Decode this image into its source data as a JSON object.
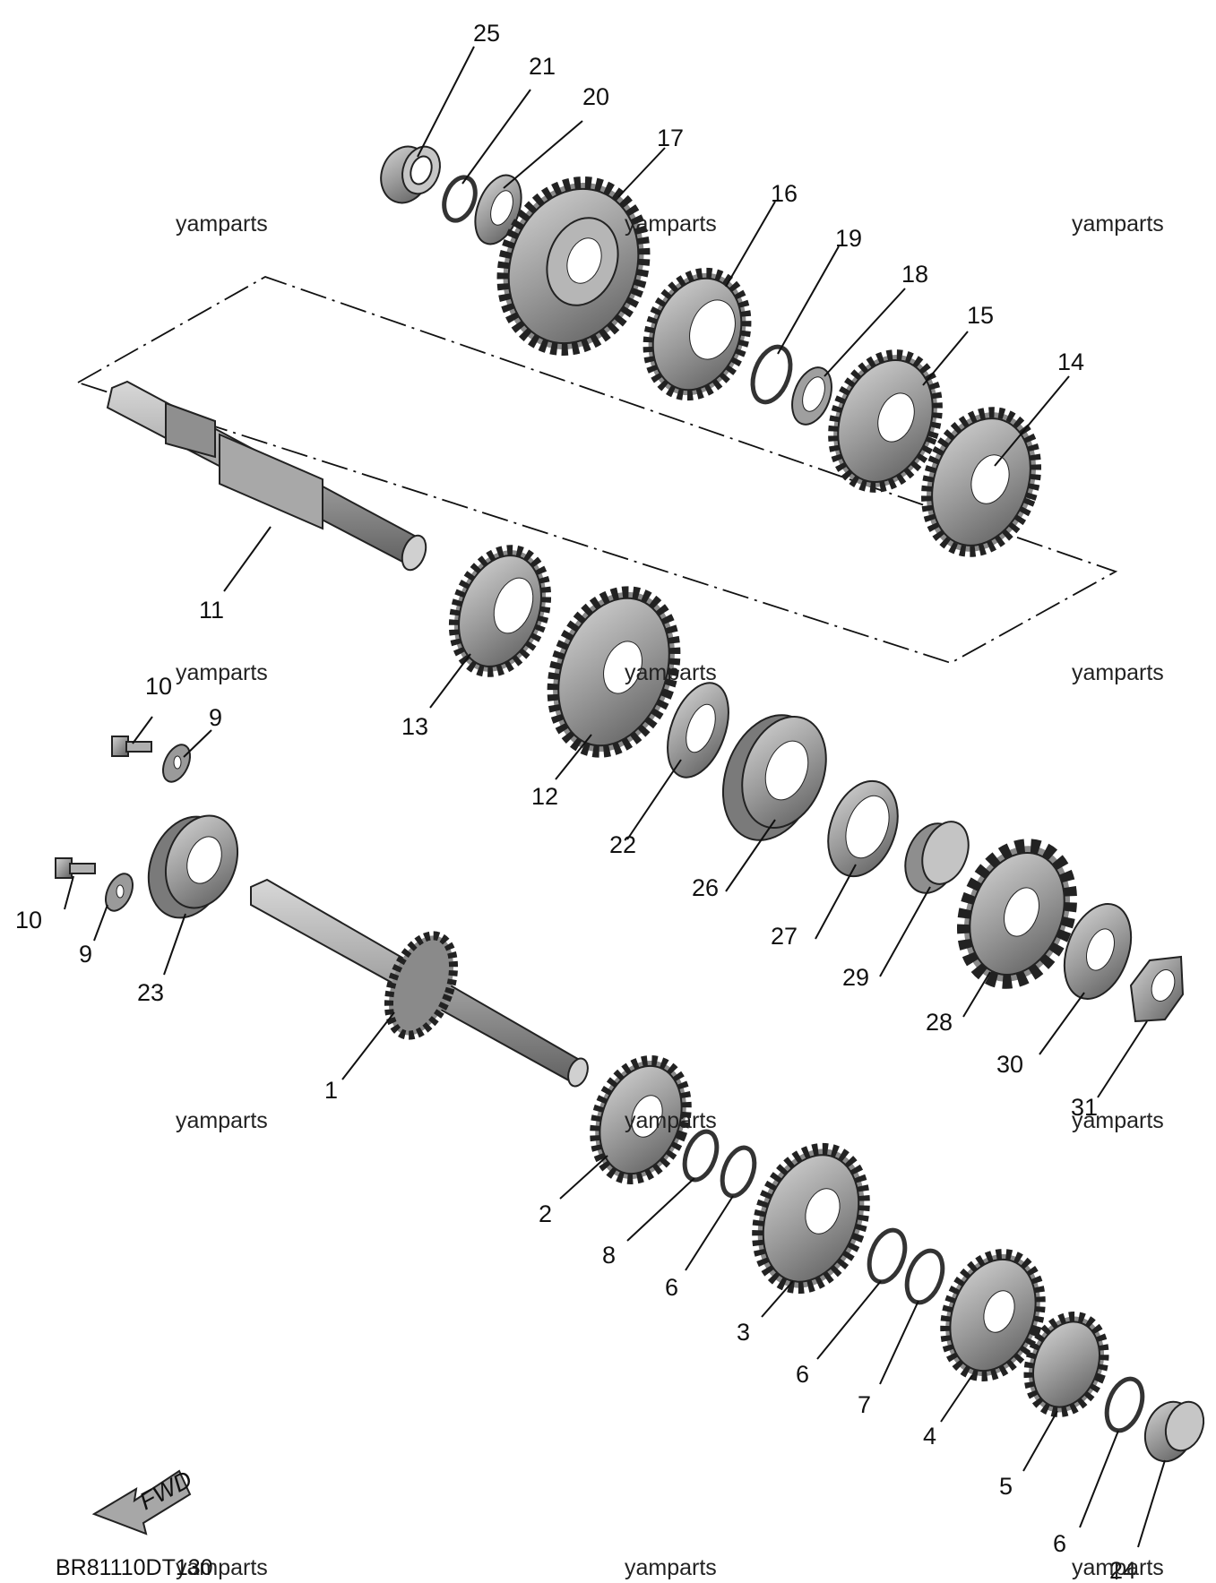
{
  "diagram_code": "BR81110DT130",
  "watermark_text": "yamparts",
  "fwd_label": "FWD",
  "callouts": {
    "p25": "25",
    "p21": "21",
    "p20": "20",
    "p17": "17",
    "p16": "16",
    "p19": "19",
    "p18": "18",
    "p15": "15",
    "p14": "14",
    "p11": "11",
    "p13": "13",
    "p12": "12",
    "p10a": "10",
    "p9a": "9",
    "p22": "22",
    "p26": "26",
    "p10b": "10",
    "p9b": "9",
    "p23": "23",
    "p27": "27",
    "p29": "29",
    "p28": "28",
    "p30": "30",
    "p31": "31",
    "p1": "1",
    "p2": "2",
    "p8": "8",
    "p6a": "6",
    "p3": "3",
    "p6b": "6",
    "p7": "7",
    "p4": "4",
    "p5": "5",
    "p6c": "6",
    "p24": "24"
  },
  "colors": {
    "part_fill": "#9a9a9a",
    "part_light": "#c8c8c8",
    "part_dark": "#5a5a5a",
    "line": "#111111"
  }
}
